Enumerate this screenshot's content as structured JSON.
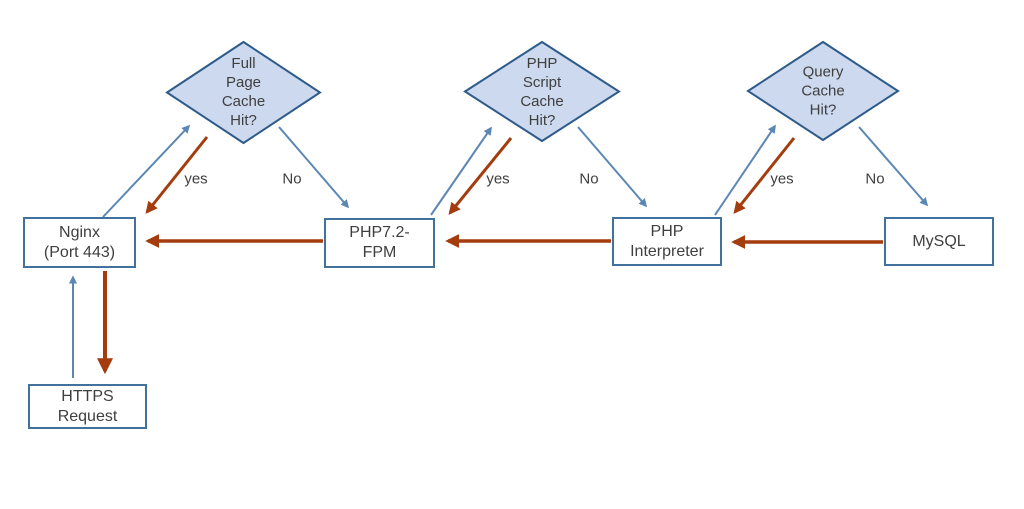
{
  "diagram": {
    "type": "flowchart",
    "description": "Web stack caching flow: HTTPS request through Nginx, PHP-FPM, PHP interpreter and MySQL with three cache-hit decision points",
    "colors": {
      "background": "#ffffff",
      "box_border": "#41719c",
      "box_fill": "#ffffff",
      "diamond_fill": "#cdd9ee",
      "diamond_border": "#2e5b8a",
      "request_arrow_blue": "#5b87b5",
      "response_arrow_red": "#a43c0e",
      "text": "#3f3f3f"
    },
    "nodes": {
      "nginx": {
        "label": "Nginx\n(Port 443)",
        "shape": "rectangle"
      },
      "php_fpm": {
        "label": "PHP7.2-\nFPM",
        "shape": "rectangle"
      },
      "php_interpreter": {
        "label": "PHP\nInterpreter",
        "shape": "rectangle"
      },
      "mysql": {
        "label": "MySQL",
        "shape": "rectangle"
      },
      "https_request": {
        "label": "HTTPS\nRequest",
        "shape": "rectangle"
      },
      "full_page_cache": {
        "label": "Full\nPage\nCache\nHit?",
        "shape": "diamond"
      },
      "php_script_cache": {
        "label": "PHP\nScript\nCache\nHit?",
        "shape": "diamond"
      },
      "query_cache": {
        "label": "Query\nCache\nHit?",
        "shape": "diamond"
      }
    },
    "edge_labels": {
      "full_page_yes": "yes",
      "full_page_no": "No",
      "script_yes": "yes",
      "script_no": "No",
      "query_yes": "yes",
      "query_no": "No"
    }
  }
}
